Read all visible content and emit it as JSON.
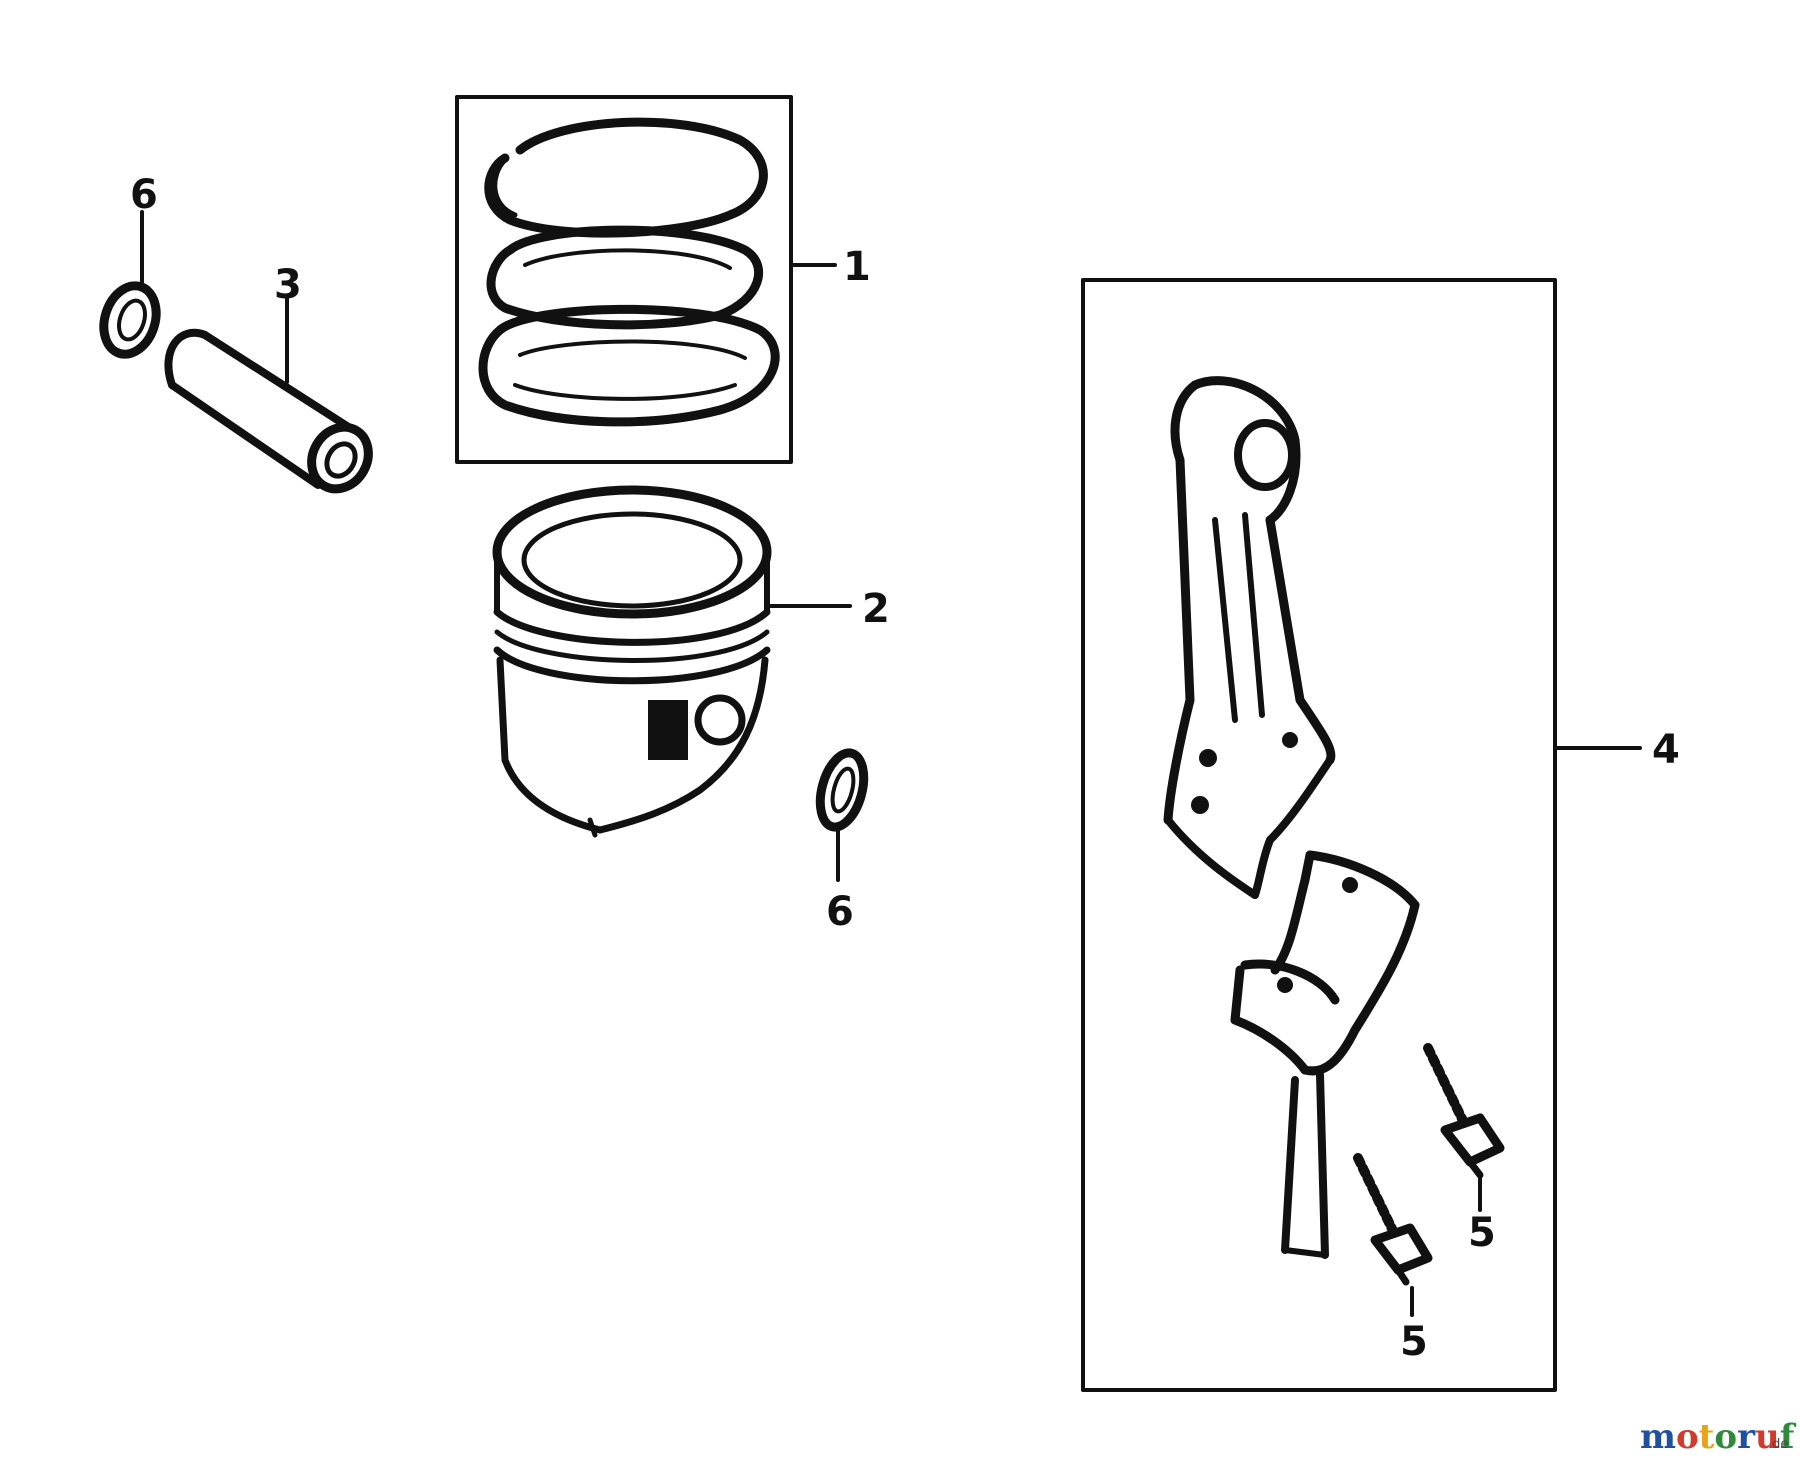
{
  "diagram": {
    "callouts": {
      "c1": "1",
      "c2": "2",
      "c3": "3",
      "c4": "4",
      "c5a": "5",
      "c5b": "5",
      "c6a": "6",
      "c6b": "6"
    }
  },
  "watermark": {
    "letters": [
      "m",
      "o",
      "t",
      "o",
      "r",
      "u",
      "f"
    ],
    "letter_colors": [
      "#1f4fa0",
      "#d23a2e",
      "#e7a417",
      "#2e8b3a",
      "#1f4fa0",
      "#d23a2e",
      "#2e8b3a"
    ],
    "tld": ".de"
  }
}
